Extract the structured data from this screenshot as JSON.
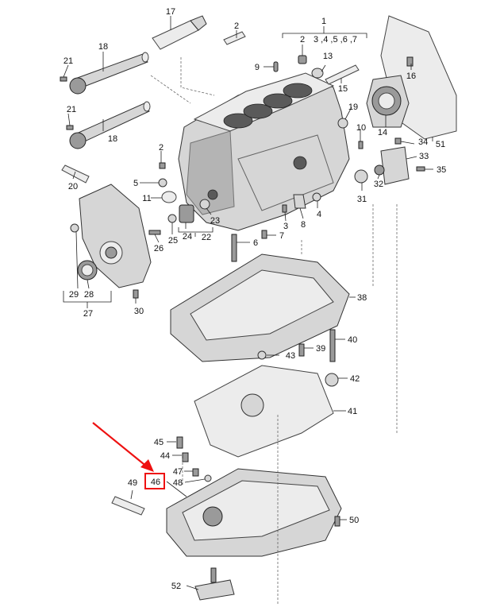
{
  "labels": {
    "p1": "1",
    "p2a": "2",
    "p2b": "2",
    "p3_7": "3 ,4 ,5 ,6 ,7",
    "p5": "5",
    "p6": "6",
    "p7": "7",
    "p8": "8",
    "p9": "9",
    "p10": "10",
    "p11": "11",
    "p13": "13",
    "p14": "14",
    "p15": "15",
    "p16": "16",
    "p17": "17",
    "p18a": "18",
    "p18b": "18",
    "p19": "19",
    "p20": "20",
    "p21a": "21",
    "p21b": "21",
    "p22": "22",
    "p23": "23",
    "p24": "24",
    "p25": "25",
    "p26": "26",
    "p27": "27",
    "p28": "28",
    "p29": "29",
    "p30": "30",
    "p31": "31",
    "p32": "32",
    "p33": "33",
    "p34": "34",
    "p35": "35",
    "p38": "38",
    "p39": "39",
    "p40": "40",
    "p41": "41",
    "p42": "42",
    "p43": "43",
    "p44": "44",
    "p45": "45",
    "p46": "46",
    "p47": "47",
    "p48": "48",
    "p49": "49",
    "p50": "50",
    "p51": "51",
    "p52": "52",
    "p3": "3",
    "p4": "4"
  },
  "highlight": {
    "target_label": "46",
    "color": "#e11111"
  }
}
